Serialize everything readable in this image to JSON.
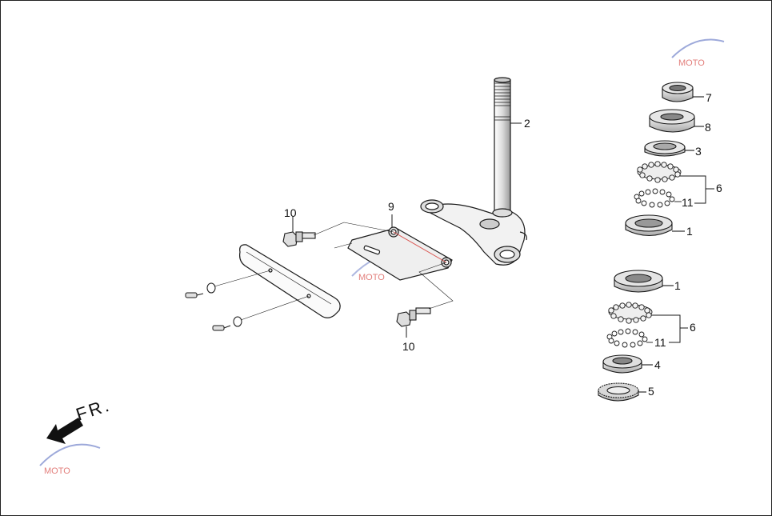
{
  "diagram": {
    "direction_label": "FR.",
    "part_labels": {
      "p1_top": "1",
      "p1_bottom": "1",
      "p2": "2",
      "p3": "3",
      "p4": "4",
      "p5": "5",
      "p6_top": "6",
      "p6_bottom": "6",
      "p7": "7",
      "p8": "8",
      "p9": "9",
      "p10_top": "10",
      "p10_bottom": "10",
      "p11_top": "11",
      "p11_bottom": "11"
    },
    "watermark": "MOTO",
    "colors": {
      "line": "#1a1a1a",
      "fill_light": "#eeeeee",
      "fill_mid": "#d8d8d8",
      "fill_dark": "#b8b8b8",
      "watermark": "#d9534f",
      "watermark_blue": "#5b6fc2"
    }
  }
}
